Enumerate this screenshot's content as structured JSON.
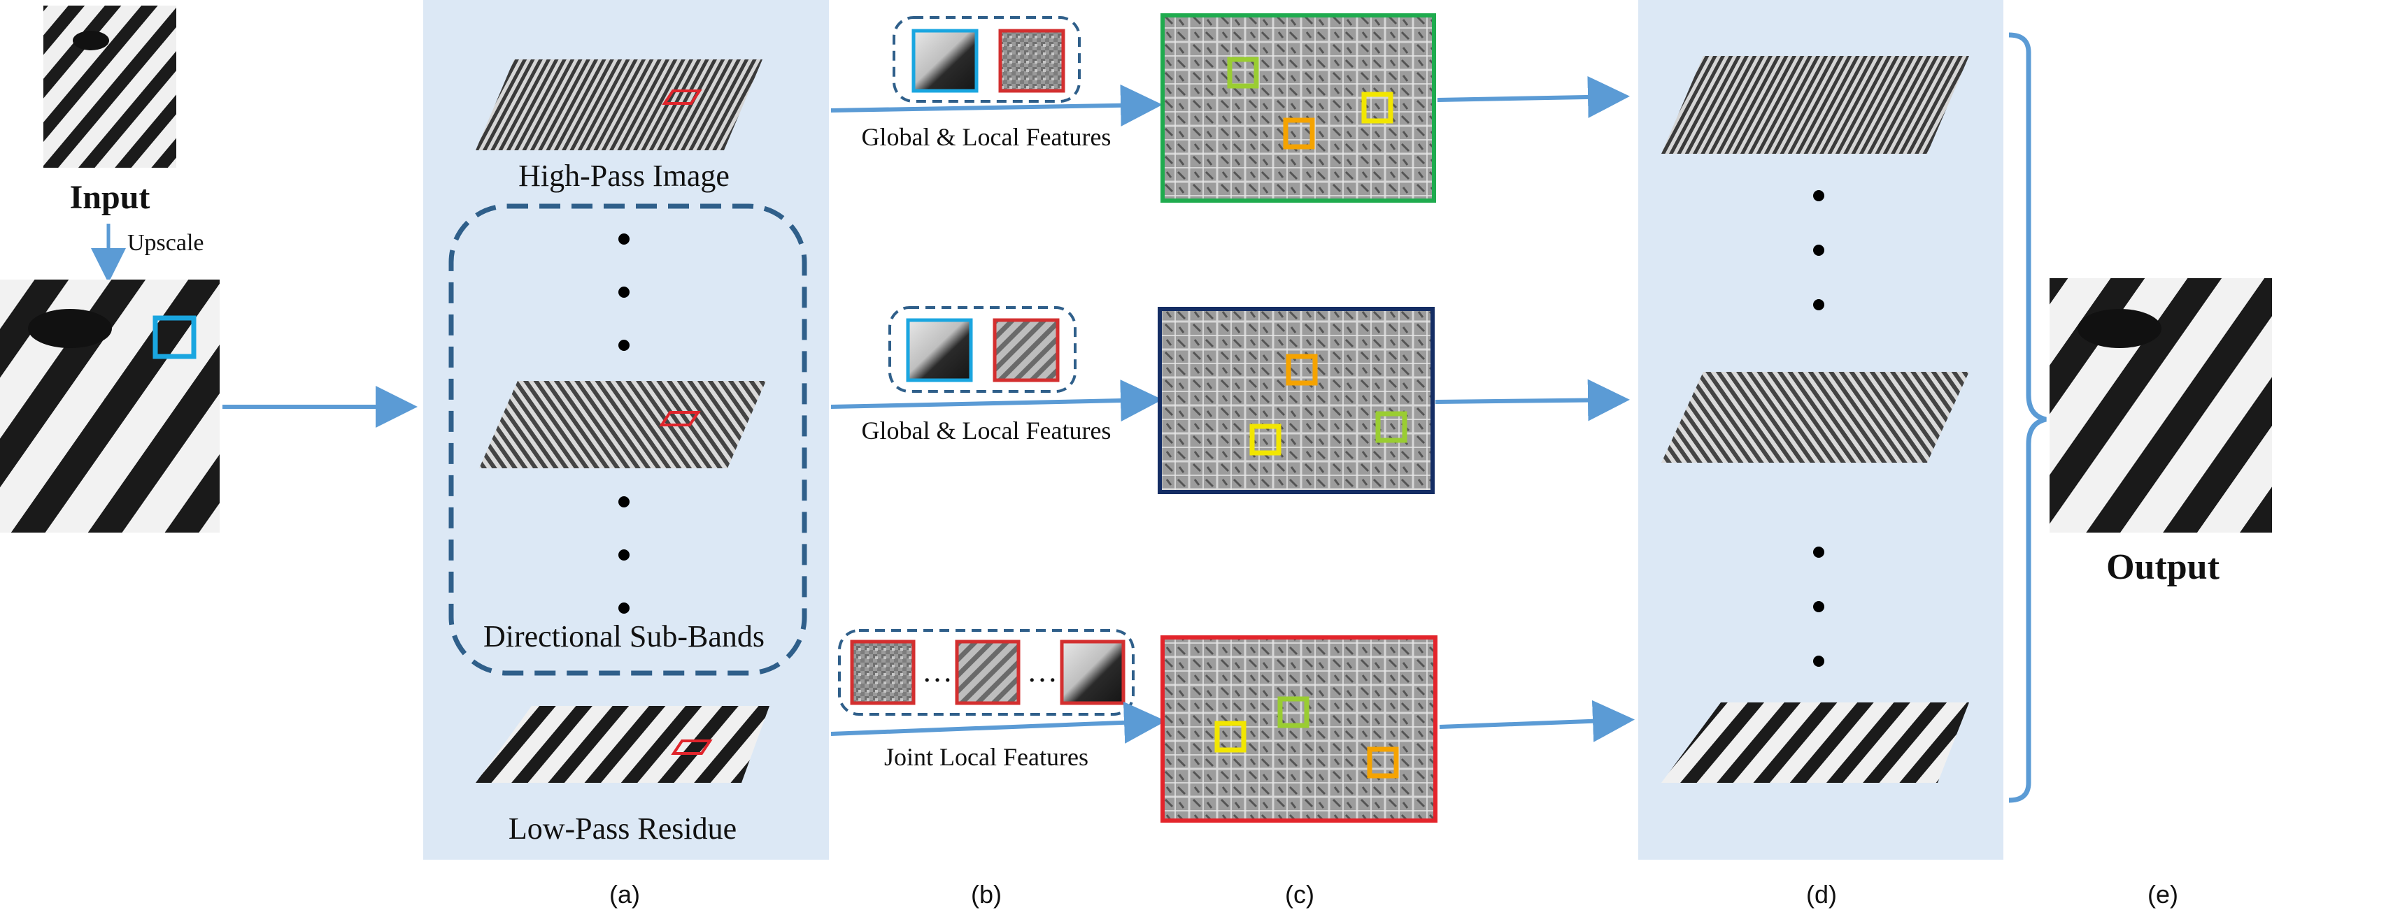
{
  "labels": {
    "input": "Input",
    "upscale": "Upscale",
    "high_pass": "High-Pass Image",
    "directional": "Directional Sub-Bands",
    "low_pass": "Low-Pass Residue",
    "gl_features_1": "Global & Local Features",
    "gl_features_2": "Global & Local Features",
    "joint_local": "Joint Local Features",
    "output": "Output",
    "ellipsis": "…"
  },
  "panels": [
    "(a)",
    "(b)",
    "(c)",
    "(d)",
    "(e)"
  ],
  "colors": {
    "panel_bg": "#dce8f5",
    "arrow": "#5b9bd5",
    "dashed": "#2f5f8a",
    "bracket": "#5b9bd5",
    "dict_frame_top": "#1fab4e",
    "dict_frame_mid": "#142d64",
    "dict_frame_bot": "#e3242b",
    "atom_cyan": "#1aa6e0",
    "atom_red": "#d32f2f",
    "mark_yellow": "#f2e600",
    "mark_orange": "#f5a300",
    "mark_green": "#9acd32",
    "roi_blue": "#1aa6e0",
    "roi_red": "#e0242b"
  }
}
